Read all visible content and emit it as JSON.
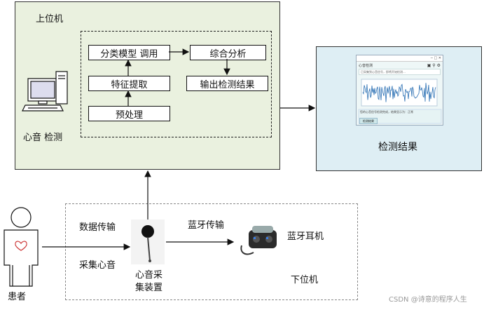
{
  "upper": {
    "title": "上位机",
    "computer_label": "心音 检测",
    "boxes": {
      "classify": "分类模型 调用",
      "feature": "特征提取",
      "preprocess": "预处理",
      "combine": "综合分析",
      "output": "输出检测结果"
    }
  },
  "result": {
    "label": "检测结果",
    "window": {
      "title": "心音检测",
      "field_text": "已采集到心音信号，即将开始检测…",
      "info_text": "您的心音信号检测完成，结果显示为：正常",
      "button": "检测结果"
    }
  },
  "lower": {
    "patient_label": "患者",
    "collect_label": "采集心音",
    "transfer_label": "数据传输",
    "device_label_1": "心音采",
    "device_label_2": "集装置",
    "bluetooth_label": "蓝牙传输",
    "earphone_label": "蓝牙耳机",
    "lower_machine": "下位机"
  },
  "watermark": "CSDN @诗意的程序人生",
  "colors": {
    "upper_bg": "#eaf1df",
    "result_bg": "#deeef4",
    "waveform": "#2a6fb3",
    "screen_bg": "#eef7f7"
  }
}
